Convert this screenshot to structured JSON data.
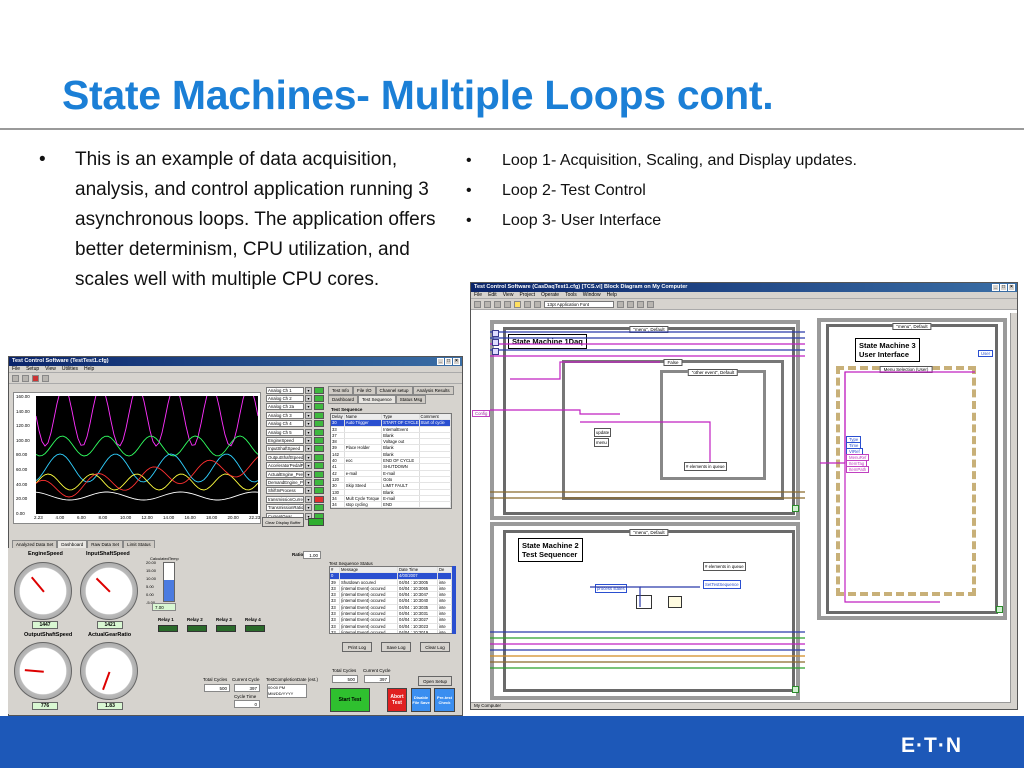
{
  "slide": {
    "title": "State Machines- Multiple Loops cont.",
    "bullet_glyph": "•",
    "left_bullets": [
      "This is an example of data acquisition, analysis, and control application running 3 asynchronous loops. The application offers better determinism, CPU utilization, and scales well with multiple CPU cores."
    ],
    "right_bullets": [
      "Loop 1- Acquisition, Scaling, and Display updates.",
      "Loop 2- Test Control",
      "Loop 3- User Interface"
    ],
    "logo": "E·T·N"
  },
  "front_panel": {
    "title": "Test Control Software (TestTest1.cfg)",
    "menu": [
      "File",
      "Setup",
      "View",
      "Utilities",
      "Help"
    ],
    "graph": {
      "y_ticks": [
        "160.00",
        "140.00",
        "120.00",
        "100.00",
        "80.00",
        "60.00",
        "40.00",
        "20.00",
        "0.00"
      ],
      "x_ticks": [
        "2.23",
        "4.00",
        "6.00",
        "8.00",
        "10.00",
        "12.00",
        "14.00",
        "16.00",
        "18.00",
        "20.00",
        "22.23"
      ],
      "series_colors": [
        "#ff30ff",
        "#30ff60",
        "#30d0ff",
        "#ffff40",
        "#ff3030",
        "#ffffff"
      ]
    },
    "channels": [
      {
        "name": "Analog Ch 1",
        "led": "green"
      },
      {
        "name": "Analog Ch 2",
        "led": "green"
      },
      {
        "name": "Analog Ch 2a",
        "led": "green"
      },
      {
        "name": "Analog Ch 3",
        "led": "green"
      },
      {
        "name": "Analog Ch 4",
        "led": "green"
      },
      {
        "name": "Analog Ch 5",
        "led": "green"
      },
      {
        "name": "EngineSpeed",
        "led": "green"
      },
      {
        "name": "InputShaftSpeed",
        "led": "green"
      },
      {
        "name": "OutputShaftSpeed",
        "led": "green"
      },
      {
        "name": "AcceleratorPedalPos",
        "led": "green"
      },
      {
        "name": "ActualEngine_Perc",
        "led": "green"
      },
      {
        "name": "DemandEngine_Per",
        "led": "green"
      },
      {
        "name": "ShiftInProcess",
        "led": "green"
      },
      {
        "name": "transmissionCurrent",
        "led": "red"
      },
      {
        "name": "TransmissionRatio",
        "led": "green"
      },
      {
        "name": "CurrentGear",
        "led": "green"
      }
    ],
    "clear_display_label": "Clear Display Buffer",
    "graph_tabs": [
      "Analyzed Data Set",
      "Dashboard",
      "Raw Data Set",
      "Limit Status"
    ],
    "right_tabs_top": [
      "Test Info",
      "File I/O",
      "Channel setup",
      "Analysis Results"
    ],
    "right_tabs_bottom": [
      "Dashboard",
      "Test Sequence",
      "Status Msg"
    ],
    "test_sequence": {
      "title": "Test Sequence",
      "headers": [
        "Delay",
        "Name",
        "Type",
        "Comment"
      ],
      "rows": [
        [
          "30",
          "Auto Trigger",
          "START OF CYCLE",
          "Start of cycle"
        ],
        [
          "33",
          "",
          "InternalEvent",
          ""
        ],
        [
          "37",
          "",
          "Blank",
          ""
        ],
        [
          "38",
          "",
          "Voltage out",
          ""
        ],
        [
          "39",
          "Place Holder",
          "Blank",
          ""
        ],
        [
          "142",
          "",
          "Blank",
          ""
        ],
        [
          "40",
          "eoc",
          "END OF CYCLE",
          ""
        ],
        [
          "41",
          "",
          "SHUTDOWN",
          ""
        ],
        [
          "42",
          "e-mail",
          "E-mail",
          ""
        ],
        [
          "120",
          "",
          "Goto",
          ""
        ],
        [
          "30",
          "Skip Steed",
          "LIMIT FAULT",
          ""
        ],
        [
          "130",
          "",
          "Blank",
          ""
        ],
        [
          "34",
          "Mult Cycle Torque",
          "E-mail",
          ""
        ],
        [
          "34",
          "stop cycling",
          "END",
          ""
        ]
      ]
    },
    "seq_status": {
      "title": "Test Sequence Status",
      "headers": [
        "#",
        "Message",
        "Date Time",
        "De"
      ],
      "rows": [
        [
          "0",
          "",
          "4/00/2007",
          ""
        ],
        [
          "39",
          "Shutdown occured",
          "04/04 : 10:3005",
          "inte"
        ],
        [
          "33",
          "(internal Event) occured",
          "04/04 : 10:3065",
          "inte"
        ],
        [
          "33",
          "(internal Event) occured",
          "04/04 : 10:3047",
          "inte"
        ],
        [
          "33",
          "(internal Event) occured",
          "04/04 : 10:3040",
          "inte"
        ],
        [
          "33",
          "(internal Event) occured",
          "04/04 : 10:3035",
          "inte"
        ],
        [
          "33",
          "(internal Event) occured",
          "04/04 : 10:3031",
          "inte"
        ],
        [
          "33",
          "(internal Event) occured",
          "04/04 : 10:3027",
          "inte"
        ],
        [
          "33",
          "(internal Event) occured",
          "04/04 : 10:3023",
          "inte"
        ],
        [
          "33",
          "(internal Event) occured",
          "04/04 : 10:3019",
          "inte"
        ]
      ]
    },
    "buttons": {
      "print_log": "Print Log",
      "save_log": "Save Log",
      "clear_log": "Clear Log",
      "open_setup": "Open Setup",
      "start_test": "Start Test",
      "abort_test": "Abort Test",
      "disable_file_save": "Disable File Save",
      "pre_test_check": "Pre-test Check"
    },
    "cycles": {
      "total_label": "Total Cycles",
      "total_value": "500",
      "current_label": "Current Cycle",
      "current_value": "397"
    },
    "gauges": [
      {
        "label": "EngineSpeed",
        "value": "1447"
      },
      {
        "label": "InputShaftSpeed",
        "value": "1421"
      },
      {
        "label": "OutputShaftSpeed",
        "value": "776"
      },
      {
        "label": "ActualGearRatio",
        "value": "1.83"
      }
    ],
    "gauge_ticks": [
      "1250",
      "1500",
      "1750",
      "2000",
      "2250",
      "2500",
      "0",
      "250",
      "500",
      "750",
      "1000"
    ],
    "ratio_label": "Ratio",
    "ratio_value": "1.00",
    "tank": {
      "label": "CalculatedTemp",
      "value": "7.00",
      "ticks": [
        "20.00",
        "15.00",
        "10.00",
        "5.00",
        "0.00",
        "-5.00"
      ]
    },
    "relays": [
      "Relay 1",
      "Relay 2",
      "Relay 3",
      "Relay 4"
    ],
    "lower_cycles": {
      "total_label": "Total Cycles",
      "total_value": "500",
      "current_label": "Current Cycle",
      "current_value": "397",
      "cycle_time_label": "Cycle Time",
      "cycle_time_value": "0",
      "completion_label": "TestCompletionDate (est.)",
      "completion_value": "00:00 PM MM/DD/YYYY"
    }
  },
  "block_diagram": {
    "title": "Test Control Software (CasDaqTest1.cfg) [TCS.vi] Block Diagram on My Computer",
    "menu": [
      "File",
      "Edit",
      "View",
      "Project",
      "Operate",
      "Tools",
      "Window",
      "Help"
    ],
    "font_select": "13pt Application Font",
    "sm1": {
      "label": "State Machine 1Daq",
      "case": "\"menu\", Default",
      "inner_case": "False",
      "inner_case2": "\"other event\", Default",
      "queue": "# elements in queue",
      "config": "Config",
      "update": "update",
      "menu": "menu"
    },
    "sm2": {
      "label_line1": "State Machine 2",
      "label_line2": "Test Sequencer",
      "case": "\"menu\", Default",
      "process": "process states",
      "queue": "# elements in queue",
      "set_test": "SetTestSequence"
    },
    "sm3": {
      "label_line1": "State Machine 3",
      "label_line2": "User Interface",
      "case": "\"menu\", Default",
      "event": "Menu Selection (User)",
      "terms": [
        "Type",
        "Time",
        "VIRef",
        "MenuRef",
        "ItemTag",
        "ItemPath"
      ],
      "user": "User"
    },
    "status": "My Computer"
  }
}
